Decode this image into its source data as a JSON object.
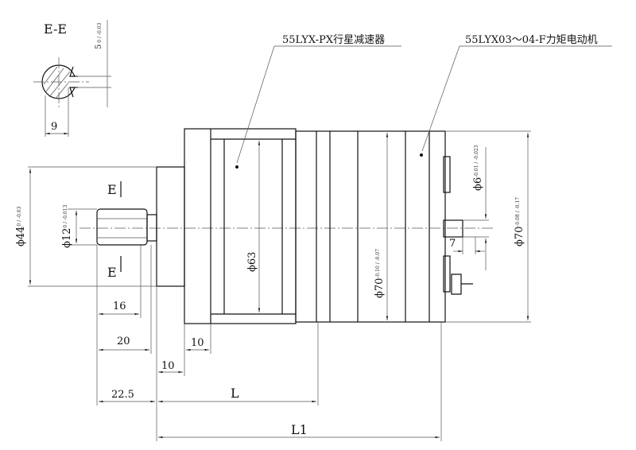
{
  "section_title": "E-E",
  "section_mark_top": "E",
  "section_mark_bottom": "E",
  "labels": {
    "reducer": "55LYX-PX行星减速器",
    "motor": "55LYX03～04-F力矩电动机"
  },
  "dims": {
    "key_width": {
      "value": "5",
      "tol": "0 / -0.03"
    },
    "key_depth": "9",
    "flange_dia": {
      "value": "ϕ44",
      "tol": "0 / -0.03"
    },
    "shaft_dia": {
      "value": "ϕ12",
      "tol": "0 / -0.013"
    },
    "body_dia": "ϕ63",
    "motor_dia": {
      "value": "ϕ70",
      "tol": "-0.10 / -0.07"
    },
    "motor_shaft_dia": {
      "value": "ϕ6",
      "tol": "-0.01 / -0.023"
    },
    "motor_outer_dia": {
      "value": "ϕ70",
      "tol": "-0.08 / -0.17"
    },
    "motor_shaft_len": "7",
    "d16": "16",
    "d20": "20",
    "d10a": "10",
    "d10b": "10",
    "d22_5": "22.5",
    "L": "L",
    "L1": "L1"
  }
}
